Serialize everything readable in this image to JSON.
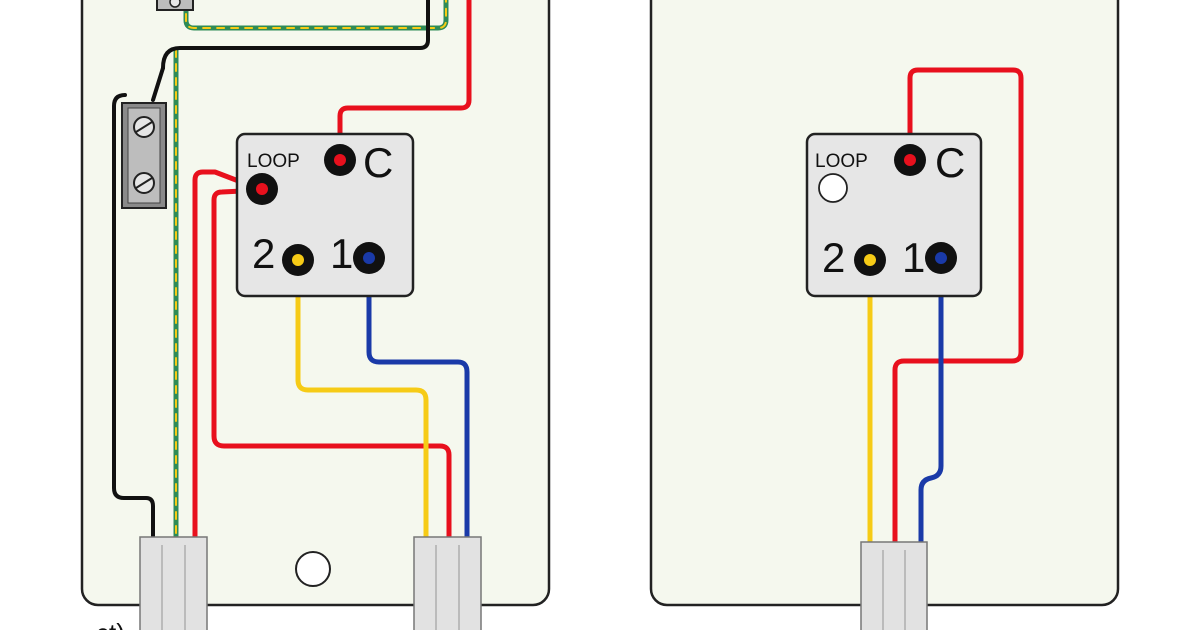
{
  "colors": {
    "box_fill": "#f5f8ee",
    "box_stroke": "#222222",
    "switch_fill": "#e6e6e6",
    "live_red": "#e8101d",
    "l1_blue": "#1a3aa8",
    "l2_yellow": "#f6cb16",
    "earth_green": "#2e8b57",
    "neutral_black": "#111111",
    "cable_grey": "#d9d9d9",
    "block_grey": "#8a8a8a"
  },
  "left_switch": {
    "loop_label": "LOOP",
    "c_label": "C",
    "l2_label": "2",
    "l1_label": "1"
  },
  "right_switch": {
    "loop_label": "LOOP",
    "c_label": "C",
    "l2_label": "2",
    "l1_label": "1"
  },
  "corner_text": "ct)"
}
